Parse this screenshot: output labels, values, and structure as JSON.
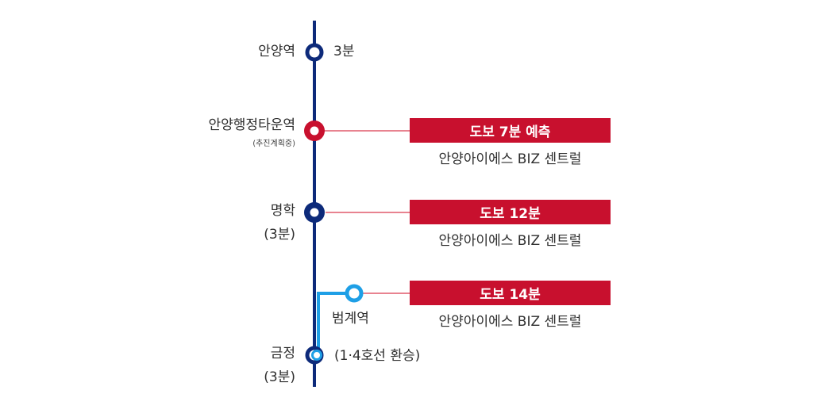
{
  "stations": {
    "anyang": {
      "name": "안양역",
      "time": "3분"
    },
    "anyang_admin": {
      "name": "안양행정타운역",
      "note": "(추진계획중)"
    },
    "myeonghak": {
      "name": "명학",
      "time": "(3분)"
    },
    "beomgye": {
      "name": "범계역"
    },
    "geumjeong": {
      "name": "금정",
      "time": "(3분)",
      "transfer": "(1·4호선 환승)"
    }
  },
  "callouts": [
    {
      "badge": "도보 7분 예측",
      "destination": "안양아이에스 BIZ 센트럴"
    },
    {
      "badge": "도보 12분",
      "destination": "안양아이에스 BIZ 센트럴"
    },
    {
      "badge": "도보 14분",
      "destination": "안양아이에스 BIZ 센트럴"
    }
  ],
  "colors": {
    "line_main": "#0d2a7a",
    "line_branch": "#1e9fe6",
    "accent_red": "#c8102e",
    "connector": "#d9394e"
  }
}
